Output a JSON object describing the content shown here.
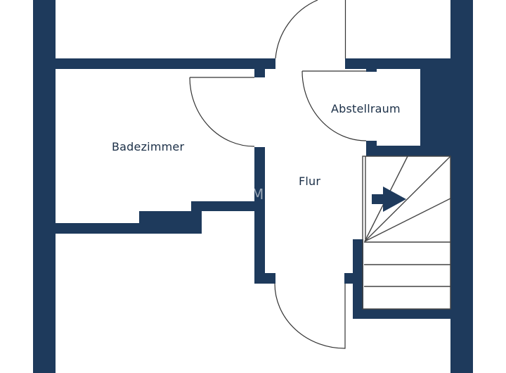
{
  "plan": {
    "wall_color": "#1e3a5c",
    "background_color": "#ffffff",
    "rooms": [
      {
        "id": "badezimmer",
        "label": "Badezimmer"
      },
      {
        "id": "abstellraum",
        "label": "Abstellraum"
      },
      {
        "id": "flur",
        "label": "Flur"
      }
    ],
    "watermark": "M",
    "stair_direction": "right"
  }
}
